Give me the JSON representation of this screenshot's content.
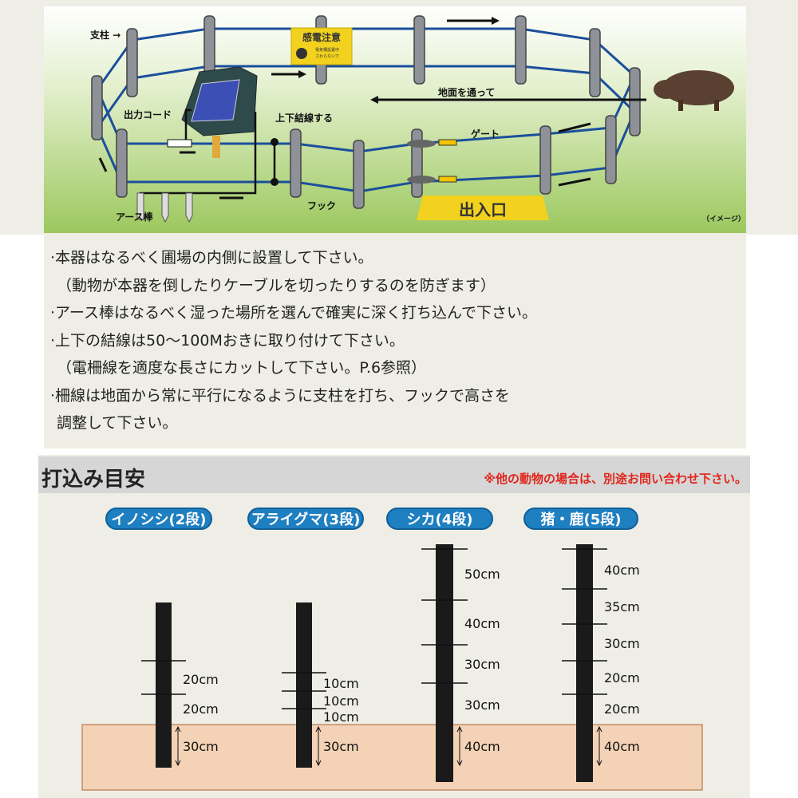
{
  "illustration": {
    "labels": {
      "post": "支柱 →",
      "output_cord": "出力コード",
      "tie": "上下結線する",
      "gate": "ゲート",
      "ground": "地面を通って",
      "hook": "フック",
      "earth_rod": "アース棒",
      "entrance": "出入口",
      "image_note": "（イメージ）"
    },
    "sign": {
      "title": "感電注意",
      "sub1": "電気柵設置中",
      "sub2": "さわらないで"
    },
    "colors": {
      "wire": "#1a4f9c",
      "grass": "#a6cd6a",
      "sign": "#f2d21e"
    }
  },
  "notes": [
    "·本器はなるべく圃場の内側に設置して下さい。",
    "（動物が本器を倒したりケーブルを切ったりするのを防ぎます）",
    "·アース棒はなるべく湿った場所を選んで確実に深く打ち込んで下さい。",
    "·上下の結線は50〜100Mおきに取り付けて下さい。",
    "（電柵線を適度な長さにカットして下さい。P.6参照）",
    "·柵線は地面から常に平行になるように支柱を打ち、フックで高さを",
    "調整して下さい。"
  ],
  "guide": {
    "title": "打込み目安",
    "note": "※他の動物の場合は、別途お問い合わせ下さい。",
    "animals": [
      {
        "name": "イノシシ(2段)",
        "spacings": [
          "20cm",
          "20cm"
        ],
        "depth": "30cm"
      },
      {
        "name": "アライグマ(3段)",
        "spacings": [
          "10cm",
          "10cm",
          "10cm"
        ],
        "depth": "30cm"
      },
      {
        "name": "シカ(4段)",
        "spacings": [
          "50cm",
          "40cm",
          "30cm",
          "30cm"
        ],
        "depth": "40cm"
      },
      {
        "name": "猪・鹿(5段)",
        "spacings": [
          "40cm",
          "35cm",
          "30cm",
          "20cm",
          "20cm"
        ],
        "depth": "40cm"
      }
    ],
    "colors": {
      "pill": "#1e7fc1",
      "ground": "#f3d2b6",
      "post": "#1a1a1a",
      "note": "#e0261c"
    }
  }
}
